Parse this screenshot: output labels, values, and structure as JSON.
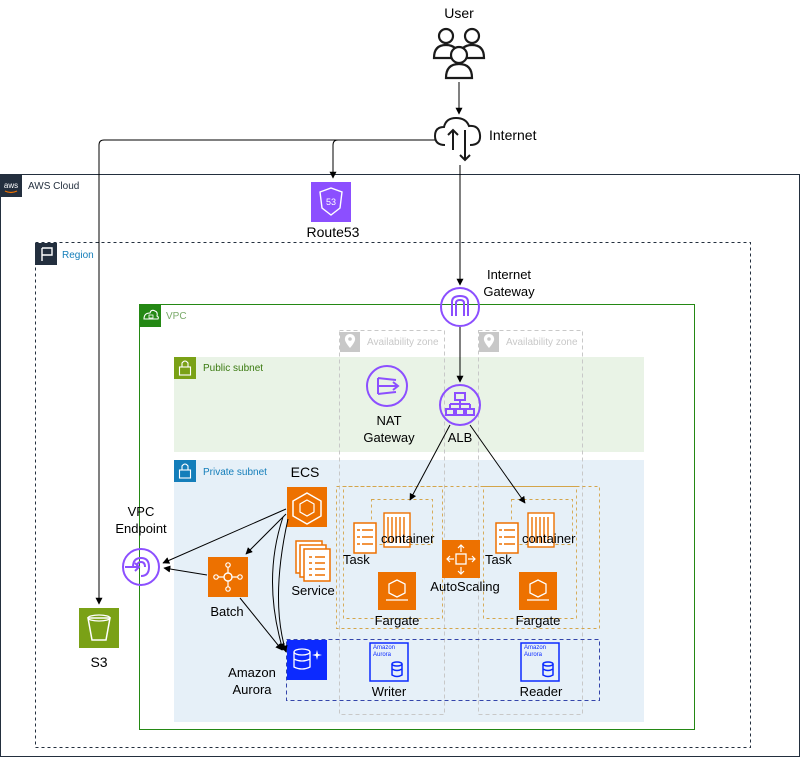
{
  "user": "User",
  "internet": "Internet",
  "aws_cloud": "AWS Cloud",
  "route53": "Route53",
  "region": "Region",
  "internet_gateway": [
    "Internet",
    "Gateway"
  ],
  "vpc": "VPC",
  "az1": "Availability zone",
  "az2": "Availability zone",
  "public_subnet": "Public subnet",
  "private_subnet": "Private subnet",
  "nat_gateway": [
    "NAT",
    "Gateway"
  ],
  "alb": "ALB",
  "ecs": "ECS",
  "vpc_endpoint": [
    "VPC",
    "Endpoint"
  ],
  "service": "Service",
  "batch": "Batch",
  "task1": "Task",
  "container1": "container",
  "fargate1": "Fargate",
  "autoscaling": "AutoScaling",
  "task2": "Task",
  "container2": "container",
  "fargate2": "Fargate",
  "s3": "S3",
  "amazon_aurora": [
    "Amazon",
    "Aurora"
  ],
  "aurora_icon_text": [
    "Amazon",
    "Aurora"
  ],
  "writer": "Writer",
  "reader": "Reader",
  "colors": {
    "aws_orange": "#ED7100",
    "network_purple": "#8C4FFF",
    "storage_green": "#7AA116",
    "db_blue": "#0C2AFF",
    "public_subnet_bg": "#E9F3E6",
    "private_subnet_bg": "#E6F0F8",
    "vpc_green": "#248814",
    "region_teal": "#147EBA"
  }
}
